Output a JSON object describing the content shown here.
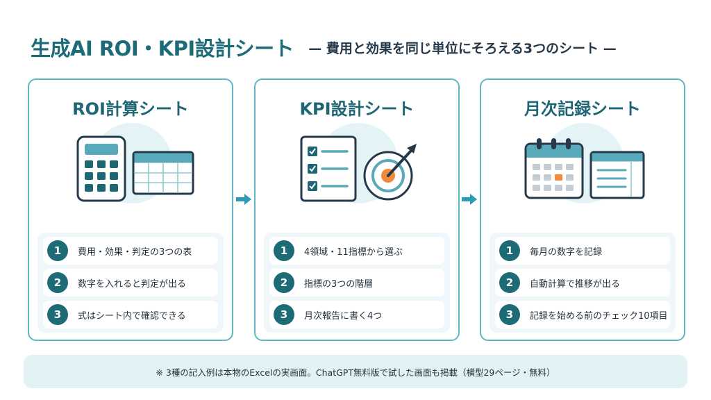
{
  "title": {
    "main": "生成AI ROI・KPI設計シート",
    "sub": "— 費用と効果を同じ単位にそろえる3つのシート —"
  },
  "colors": {
    "teal_dark": "#1d6b77",
    "teal_border": "#5fb7c2",
    "accent_orange": "#f08a3c",
    "panel_bg": "#f0f7fa",
    "note_bg": "#e3f2f4"
  },
  "cards": [
    {
      "title": "ROI計算シート",
      "icons": [
        "calculator-icon",
        "spreadsheet-icon"
      ],
      "steps": [
        {
          "num": "1",
          "text": "費用・効果・判定の3つの表"
        },
        {
          "num": "2",
          "text": "数字を入れると判定が出る"
        },
        {
          "num": "3",
          "text": "式はシート内で確認できる"
        }
      ]
    },
    {
      "title": "KPI設計シート",
      "icons": [
        "checklist-icon",
        "target-icon"
      ],
      "steps": [
        {
          "num": "1",
          "text": "4領域・11指標から選ぶ"
        },
        {
          "num": "2",
          "text": "指標の3つの階層"
        },
        {
          "num": "3",
          "text": "月次報告に書く4つ"
        }
      ]
    },
    {
      "title": "月次記録シート",
      "icons": [
        "calendar-icon",
        "table-sheet-icon"
      ],
      "steps": [
        {
          "num": "1",
          "text": "毎月の数字を記録"
        },
        {
          "num": "2",
          "text": "自動計算で推移が出る"
        },
        {
          "num": "3",
          "text": "記録を始める前のチェック10項目"
        }
      ]
    }
  ],
  "note": "※ 3種の記入例は本物のExcelの実画面。ChatGPT無料版で試した画面も掲載（横型29ページ・無料）"
}
